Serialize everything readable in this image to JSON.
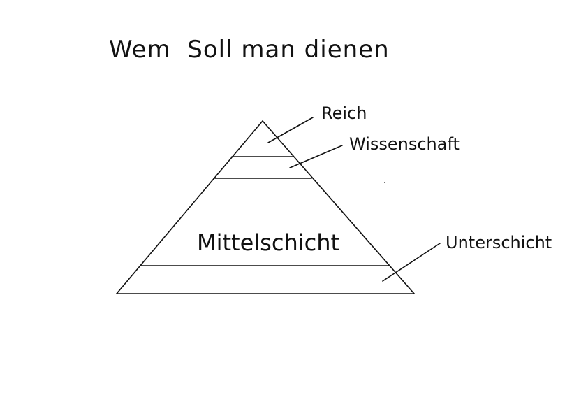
{
  "title": "Wem  Soll man dienen",
  "levels": {
    "top": "Reich",
    "second": "Wissenschaft",
    "middle": "Mittelschicht",
    "bottom": "Unterschicht"
  }
}
